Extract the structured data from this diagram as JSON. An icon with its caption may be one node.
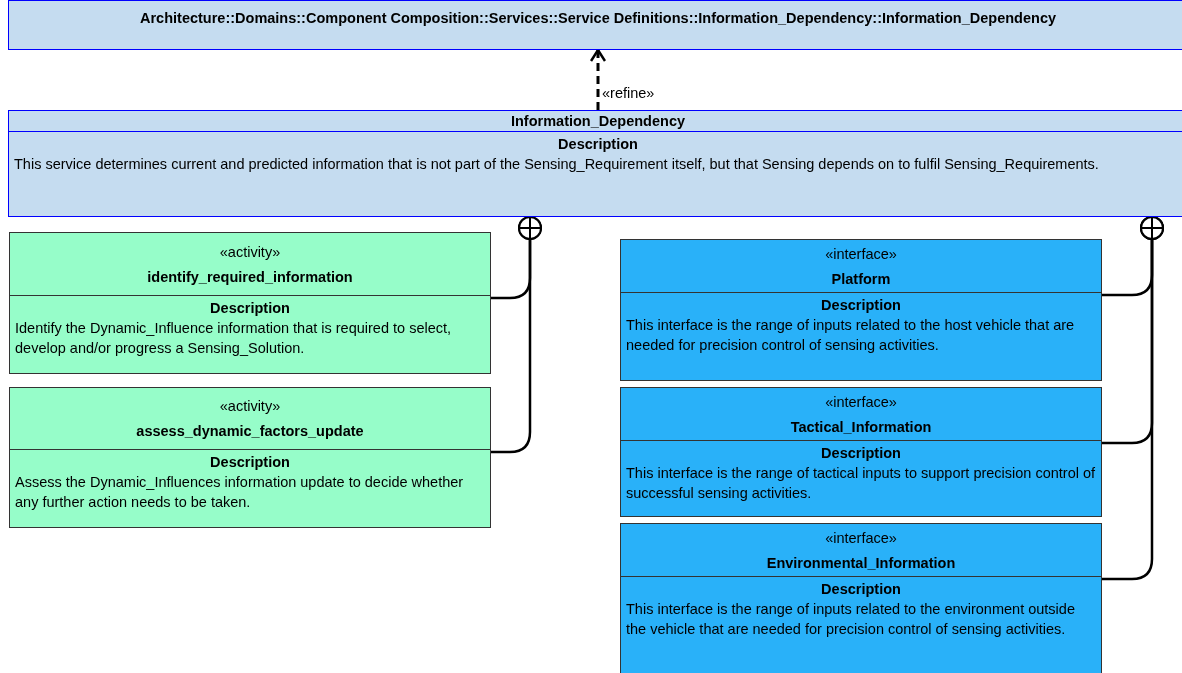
{
  "diagram": {
    "nodes": [
      {
        "text": [
          "Architecture::Domains::Component Composition::Services::Service Definitions::Information_Dependency::Information_Dependency"
        ]
      },
      {
        "text": [
          "Information_Dependency",
          "Description",
          "This service determines current and predicted information that is not part of the Sensing_Requirement itself, but that Sensing depends on to fulfil Sensing_Requirements."
        ]
      },
      {
        "text": [
          "«activity»",
          "identify_required_information",
          "Description",
          "Identify the Dynamic_Influence information that is required to select, develop and/or progress a Sensing_Solution."
        ]
      },
      {
        "text": [
          "«activity»",
          "assess_dynamic_factors_update",
          "Description",
          "Assess the Dynamic_Influences information update to decide whether any further action needs to be taken."
        ]
      },
      {
        "text": [
          "«interface»",
          "Platform",
          "Description",
          "This interface is the range of inputs related to the host vehicle that are needed for precision control of sensing activities."
        ]
      },
      {
        "text": [
          "«interface»",
          "Tactical_Information",
          "Description",
          "This interface is the range of tactical inputs to support precision control of successful sensing activities."
        ]
      },
      {
        "text": [
          "«interface»",
          "Environmental_Information",
          "Description",
          "This interface is the range of inputs related to the environment outside the vehicle that are needed for precision control of sensing activities."
        ]
      }
    ],
    "edges": [
      {
        "from": 1,
        "to": 0,
        "arrow": "to",
        "style": "dashed",
        "label": "«refine»"
      },
      {
        "from": 2,
        "to": 1,
        "arrow": "other"
      },
      {
        "from": 3,
        "to": 1,
        "arrow": "other"
      },
      {
        "from": 4,
        "to": 1,
        "arrow": "other"
      },
      {
        "from": 5,
        "to": 1,
        "arrow": "other"
      },
      {
        "from": 6,
        "to": 1,
        "arrow": "other"
      }
    ]
  }
}
